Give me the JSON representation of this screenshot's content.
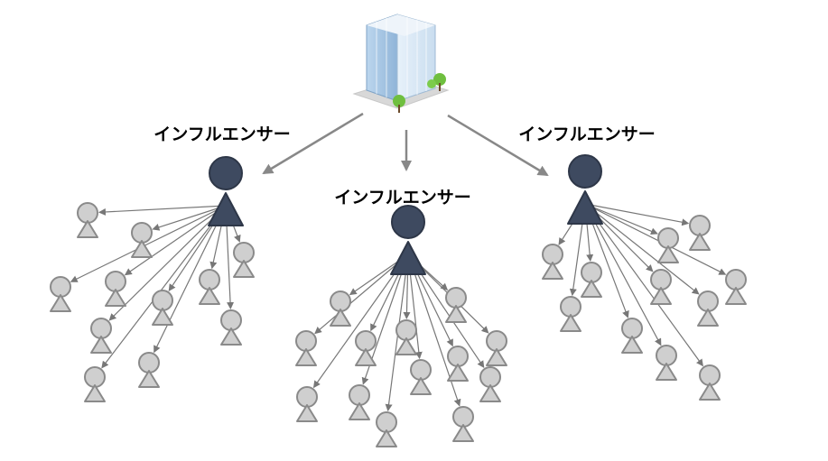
{
  "labels": {
    "left": "インフルエンサー",
    "center": "インフルエンサー",
    "right": "インフルエンサー"
  },
  "icons": {
    "company": "building-icon",
    "influencer": "influencer-person-icon",
    "follower": "follower-person-icon"
  },
  "colors": {
    "influencer": "#3e4a60",
    "follower": "#cfcfcf",
    "arrow": "#808080"
  }
}
